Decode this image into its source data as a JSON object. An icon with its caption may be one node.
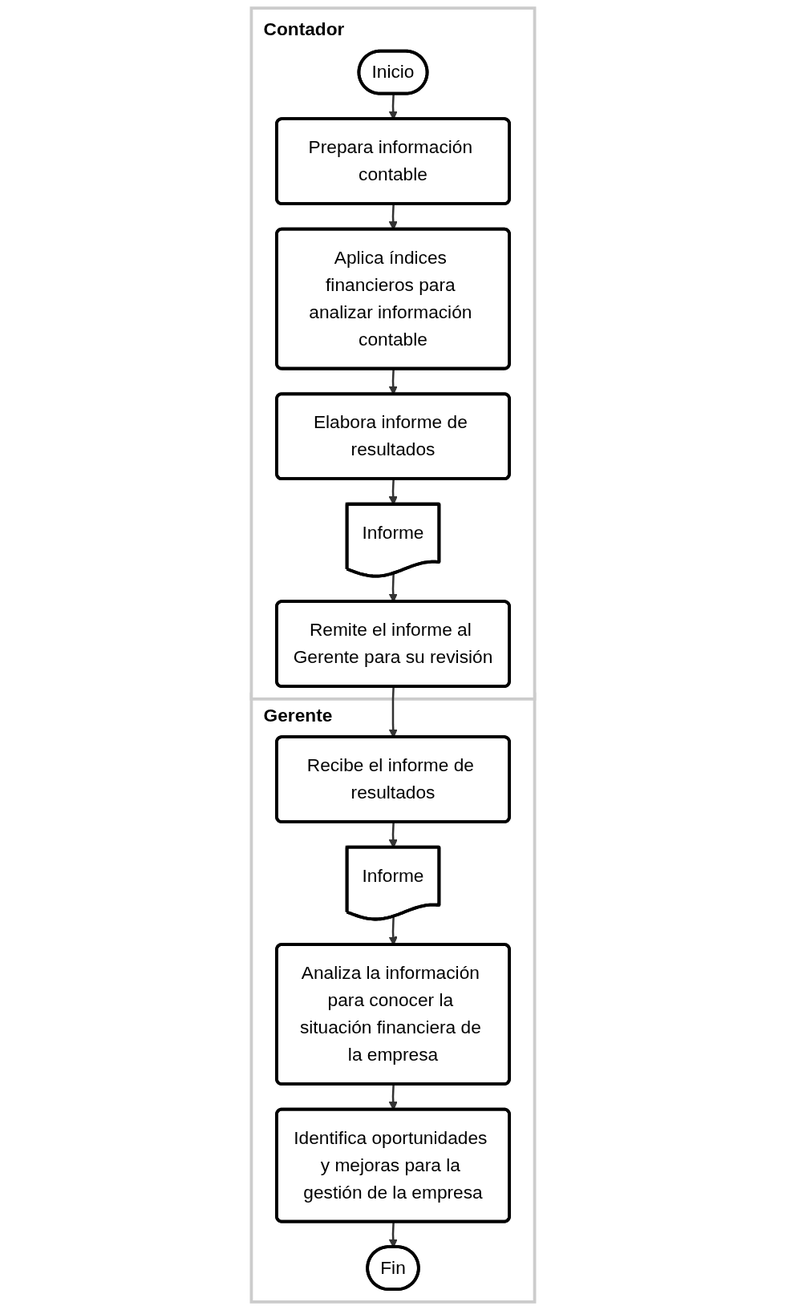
{
  "diagram": {
    "nodes": [
      {
        "text": [
          "Contador"
        ]
      },
      {
        "text": [
          "Inicio"
        ],
        "in": 0
      },
      {
        "text": [
          "Prepara información contable"
        ],
        "in": 0
      },
      {
        "text": [
          "Aplica índices financieros para analizar información contable"
        ],
        "in": 0
      },
      {
        "text": [
          "Elabora informe de resultados"
        ],
        "in": 0
      },
      {
        "text": [
          "Informe"
        ],
        "in": 0
      },
      {
        "text": [
          "Remite el informe al Gerente para su revisión"
        ],
        "in": 0
      },
      {
        "text": [
          "Gerente"
        ]
      },
      {
        "text": [
          "Recibe el informe de resultados"
        ],
        "in": 7
      },
      {
        "text": [
          "Informe"
        ],
        "in": 7
      },
      {
        "text": [
          "Analiza la información para conocer la situación financiera de la empresa"
        ],
        "in": 7
      },
      {
        "text": [
          "Identifica oportunidades y mejoras para la gestión de la empresa"
        ],
        "in": 7
      },
      {
        "text": [
          "Fin"
        ],
        "in": 7
      }
    ],
    "edges": [
      {
        "from": 1,
        "to": 2,
        "arrow": "to"
      },
      {
        "from": 2,
        "to": 3,
        "arrow": "to"
      },
      {
        "from": 3,
        "to": 4,
        "arrow": "to"
      },
      {
        "from": 4,
        "to": 5,
        "arrow": "to"
      },
      {
        "from": 5,
        "to": 6,
        "arrow": "to"
      },
      {
        "from": 6,
        "to": 8,
        "arrow": "to"
      },
      {
        "from": 8,
        "to": 9,
        "arrow": "to"
      },
      {
        "from": 9,
        "to": 10,
        "arrow": "to"
      },
      {
        "from": 10,
        "to": 11,
        "arrow": "to"
      },
      {
        "from": 11,
        "to": 12,
        "arrow": "to"
      }
    ]
  }
}
